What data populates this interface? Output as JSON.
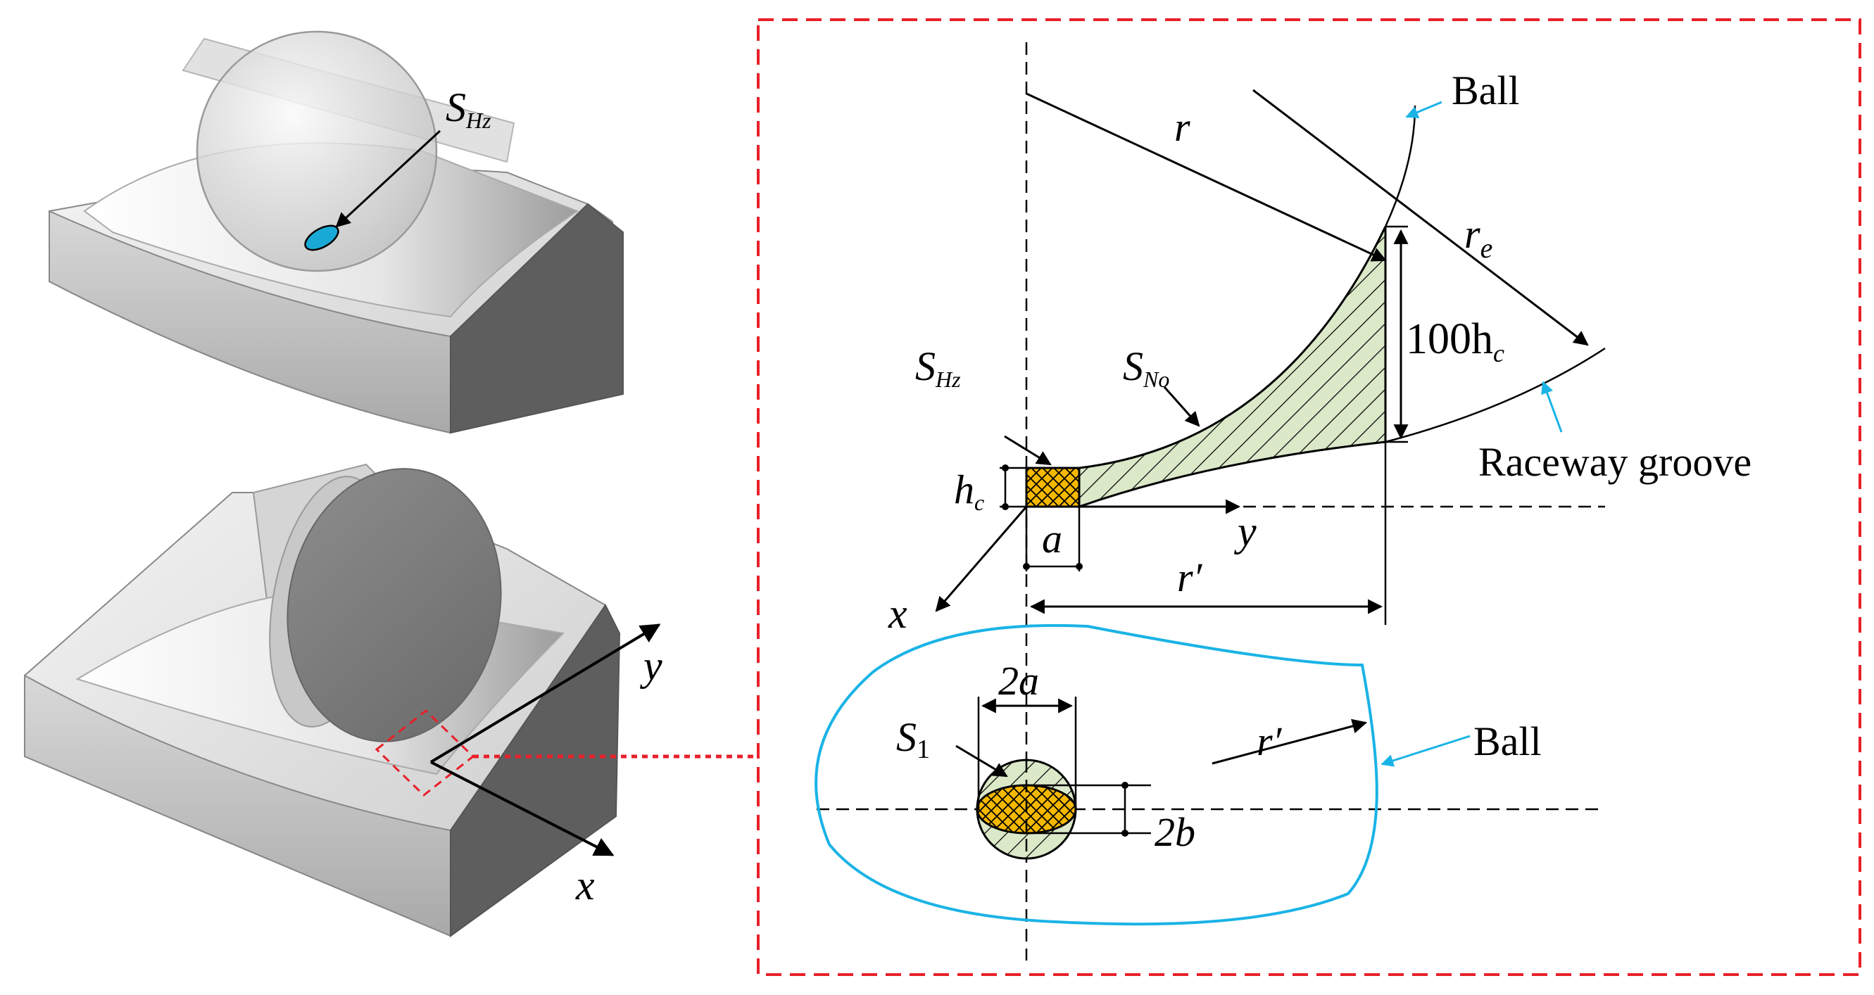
{
  "labels": {
    "s_hz_top": {
      "main": "S",
      "sub": "Hz"
    },
    "s_hz_detail": {
      "main": "S",
      "sub": "Hz"
    },
    "s_no": {
      "main": "S",
      "sub": "No"
    },
    "s_1": {
      "main": "S",
      "sub": "1"
    },
    "r": "r",
    "r_e": {
      "main": "r",
      "sub": "e"
    },
    "h_100c": {
      "main": "100h",
      "sub": "c"
    },
    "h_c": {
      "main": "h",
      "sub": "c"
    },
    "a": "a",
    "r_prime_top": "r′",
    "r_prime_bottom": "r′",
    "two_a": "2a",
    "two_b": "2b",
    "y_detail": "y",
    "x_detail": "x",
    "y_model": "y",
    "x_model": "x",
    "ball_top": "Ball",
    "ball_bottom": "Ball",
    "raceway_groove": "Raceway groove"
  },
  "colors": {
    "frame": "#e8202a",
    "contact_fill": "#f5b800",
    "hatch_fill": "#dbe9c9",
    "ball_outline": "#1ab3e6",
    "contact_spot": "#19a9d6"
  }
}
